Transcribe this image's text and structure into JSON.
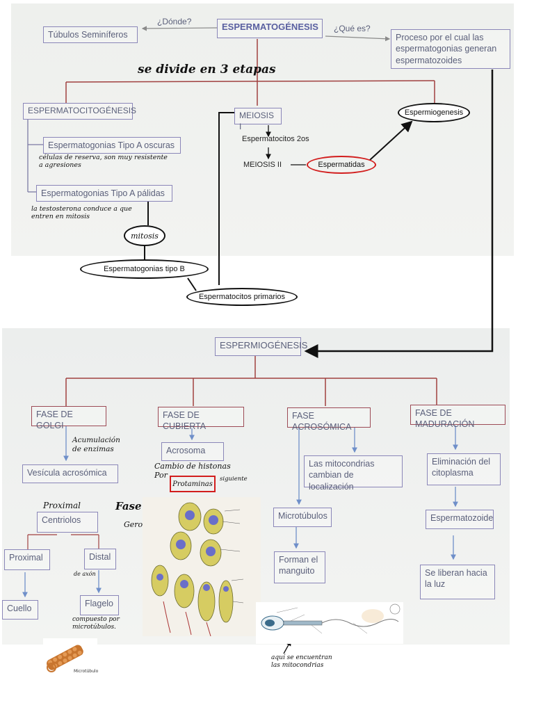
{
  "top": {
    "main_title": "ESPERMATOGÉNESIS",
    "donde": "¿Dónde?",
    "que_es": "¿Qué es?",
    "tubulos": "Túbulos Seminíferos",
    "proceso_lines": [
      "Proceso por el cual las",
      "espermatogonias generan",
      "espermatozoides"
    ],
    "se_divide": "se divide en 3 etapas",
    "espermatocitogenesis": "ESPERMATOCITOGÉNESIS",
    "meiosis1": "MEIOSIS I",
    "espermiogenesis_oval": "Espermiogenesis",
    "tipoA_oscuras": "Espermatogonias Tipo A oscuras",
    "tipoA_oscuras_note": [
      "células de reserva, son muy resistente",
      "a agresiones"
    ],
    "tipoA_palidas": "Espermatogonias Tipo A pálidas",
    "tipoA_palidas_note": [
      "la testosterona conduce a que",
      "entren en mitosis"
    ],
    "mitosis": "mitosis",
    "espermatocitos_2os": "Espermatocitos 2os",
    "meiosis2": "MEIOSIS II",
    "espermatidas": "Espermatidas",
    "tipoB": "Espermatogonias tipo B",
    "primarios": "Espermatocitos primarios"
  },
  "bottom": {
    "title": "ESPERMIOGÉNESIS",
    "fase_golgi": "FASE DE GOLGI",
    "fase_cubierta": "FASE DE CUBIERTA",
    "fase_acrosomica": "FASE ACROSÓMICA",
    "fase_maduracion": "FASE DE MADURACIÓN",
    "acumulacion": [
      "Acumulación",
      "de enzimas"
    ],
    "vesicula": "Vesícula acrosómica",
    "acrosoma": "Acrosoma",
    "cambio": [
      "Cambio de histonas",
      "Por"
    ],
    "protaminas": "Protaminas",
    "siguiente": "siguiente",
    "fase_gero": [
      "Fase",
      "Gero"
    ],
    "proximal_note": "Proximal",
    "centriolos": "Centriolos",
    "proximal": "Proximal",
    "distal": "Distal",
    "de_axon": "de axón",
    "cuello": "Cuello",
    "flagelo": "Flagelo",
    "compuesto": [
      "compuesto por",
      "microtúbulos."
    ],
    "mitocondrias": [
      "Las mitocondrias",
      "cambian de localización"
    ],
    "microtubulos": "Microtúbulos",
    "forman": [
      "Forman el",
      "manguito"
    ],
    "eliminacion": [
      "Eliminación del",
      "citoplasma"
    ],
    "espermatozoide": "Espermatozoide",
    "se_liberan": [
      "Se liberan hacia",
      "la luz"
    ],
    "aqui": [
      "aquí se encuentran",
      "las mitocondrias"
    ],
    "microtubulo_caption": "Microtúbulo"
  },
  "colors": {
    "box_border": "#8a86b8",
    "connector": "#a0403f",
    "arrow_blue": "#6f8fc9",
    "highlight_red": "#d21d1d"
  }
}
